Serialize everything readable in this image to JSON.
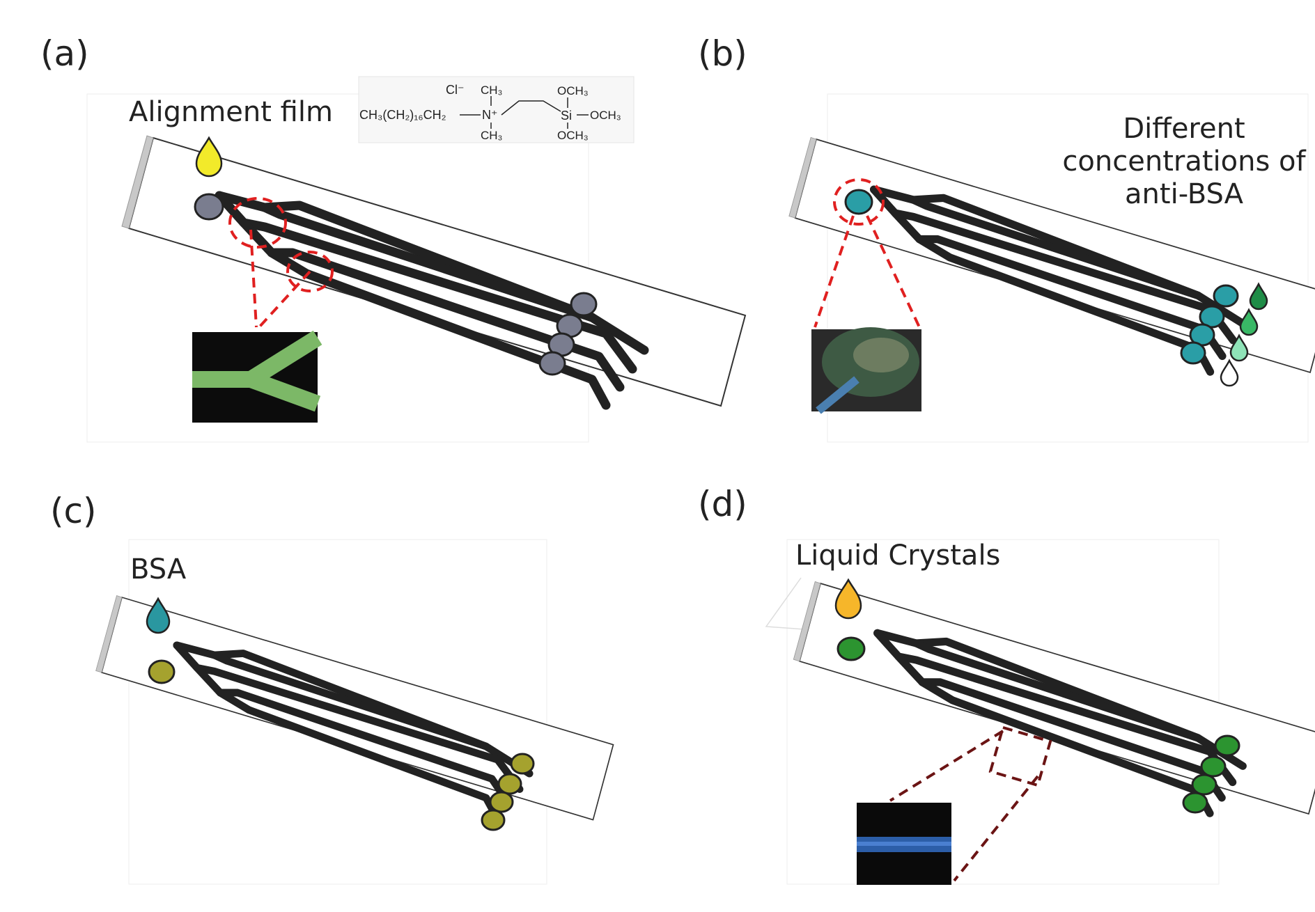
{
  "panels": [
    {
      "label": "(a)",
      "title": "Alignment film",
      "color": "#7a7d8f",
      "drop_color": "#f2ea2a"
    },
    {
      "label": "(b)",
      "title_lines": [
        "Different",
        "concentrations of",
        "anti-BSA"
      ],
      "color": "#2a9ea6",
      "drop_colors": [
        "#1f8c47",
        "#39b866",
        "#8fe3b8",
        "#ffffff"
      ]
    },
    {
      "label": "(c)",
      "title": "BSA",
      "color": "#a5a22e",
      "drop_color": "#2a97a0"
    },
    {
      "label": "(d)",
      "title": "Liquid Crystals",
      "color": "#2c9430",
      "drop_color": "#f6b62a"
    }
  ],
  "chemical": {
    "anion": "Cl⁻",
    "chain": "CH₃(CH₂)₁₆CH₂",
    "nitrogen": "N⁺",
    "methyl_top": "CH₃",
    "methyl_bottom": "CH₃",
    "silicon": "Si",
    "methoxy_top": "OCH₃",
    "methoxy_right": "OCH₃",
    "methoxy_bottom": "OCH₃"
  }
}
